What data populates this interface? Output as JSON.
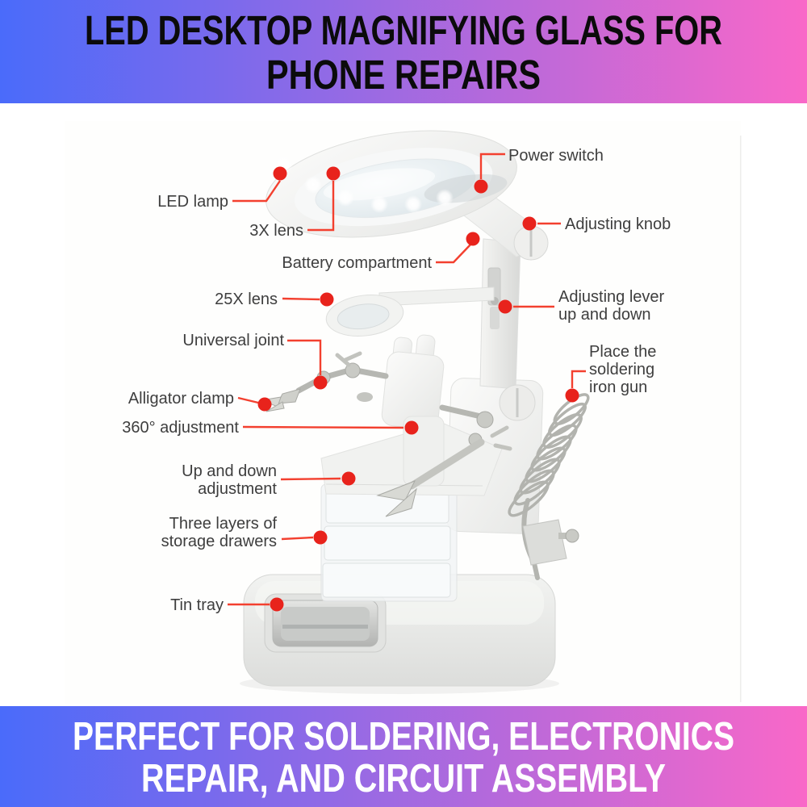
{
  "top_banner": {
    "line1": "LED DESKTOP MAGNIFYING GLASS FOR",
    "line2": "PHONE REPAIRS",
    "gradient_left": "#4a6bfa",
    "gradient_right": "#f968c8",
    "text_color": "#0b0b0b"
  },
  "bottom_banner": {
    "line1": "PERFECT FOR SOLDERING, ELECTRONICS",
    "line2": "REPAIR, AND CIRCUIT ASSEMBLY",
    "gradient_left": "#4a6bfa",
    "gradient_right": "#f968c8",
    "text_color": "#ffffff"
  },
  "diagram": {
    "accent_dot_color": "#e8231c",
    "accent_line_color": "#f3402f",
    "label_color": "#3e3e3e",
    "labels": {
      "led_lamp": "LED lamp",
      "lens_3x": "3X lens",
      "battery": "Battery compartment",
      "lens_25x": "25X lens",
      "universal_joint": "Universal joint",
      "alligator_clamp": "Alligator clamp",
      "adjustment_360": "360° adjustment",
      "up_down_1": "Up and down",
      "up_down_2": "adjustment",
      "layers_1": "Three layers of",
      "layers_2": "storage drawers",
      "tin_tray": "Tin tray",
      "power_switch": "Power switch",
      "adjusting_knob": "Adjusting knob",
      "lever_1": "Adjusting lever",
      "lever_2": "up and down",
      "place_1": "Place the",
      "place_2": "soldering",
      "place_3": "iron gun"
    }
  }
}
